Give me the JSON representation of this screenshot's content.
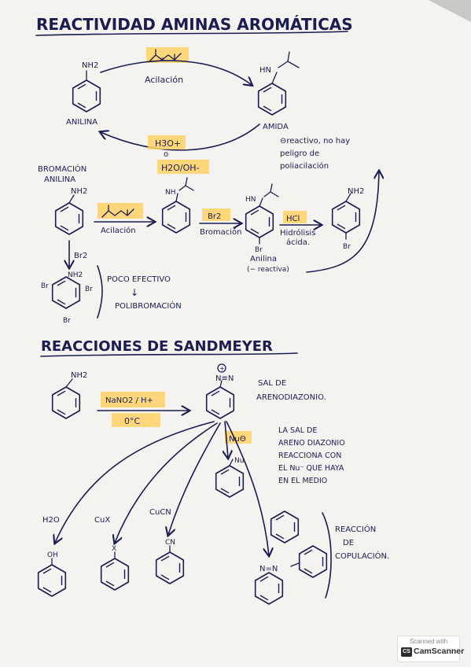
{
  "title_1": "REACTIVIDAD AMINAS AROMÁTICAS",
  "title_2": "REACCIONES DE SANDMEYER",
  "scheme1": {
    "nh2": "NH2",
    "hn": "HN",
    "anilina": "ANILINA",
    "amida": "AMIDA",
    "acilacion": "Acilación",
    "h3o": "H3O+",
    "o": "o",
    "h2o_oh": "H2O/OH-",
    "amida_note": [
      "⊖reactivo, no hay",
      "peligro de",
      "poliacilación"
    ]
  },
  "scheme2": {
    "bromacion_label": [
      "BROMACIÓN",
      "ANILINA"
    ],
    "nh2": "NH2",
    "nh": "NH",
    "hn": "HN",
    "acilacion": "Acilación",
    "br2": "Br2",
    "bromacion": "Bromación",
    "hcl": "HCl",
    "hidrolisis": [
      "Hidrólisis",
      "ácida."
    ],
    "br": "Br",
    "anilina_note": [
      "Anilina",
      "(− reactiva)"
    ],
    "br2_down": "Br2",
    "poco_efectivo": "POCO EFECTIVO",
    "down_arrow": "↓",
    "polibromacion": "POLIBROMACIÓN"
  },
  "sandmeyer": {
    "nh2": "NH2",
    "reagent": "NaNO2 / H+",
    "temp": "0°C",
    "diazonium": "N≡N",
    "plus": "+",
    "sal": [
      "SAL DE",
      "ARENODIAZONIO."
    ],
    "note": [
      "LA SAL DE",
      "ARENO DIAZONIO",
      "REACCIONA CON",
      "EL Nu⁻ QUE HAYA",
      "EN EL MEDIO"
    ],
    "nuo": "NuΘ",
    "nu": "Nu",
    "h2o": "H2O",
    "cux": "CuX",
    "cucn": "CuCN",
    "oh": "OH",
    "x": "X",
    "cn": "CN",
    "azo": "N=N",
    "copulacion": [
      "REACCIÓN",
      "DE",
      "COPULACIÓN."
    ]
  },
  "scanner": {
    "top": "Scanned with",
    "name": "CamScanner",
    "logo": "CS"
  },
  "colors": {
    "ink": "#1a1c52",
    "highlight": "#ffd166",
    "paper": "#f4f3ef"
  }
}
